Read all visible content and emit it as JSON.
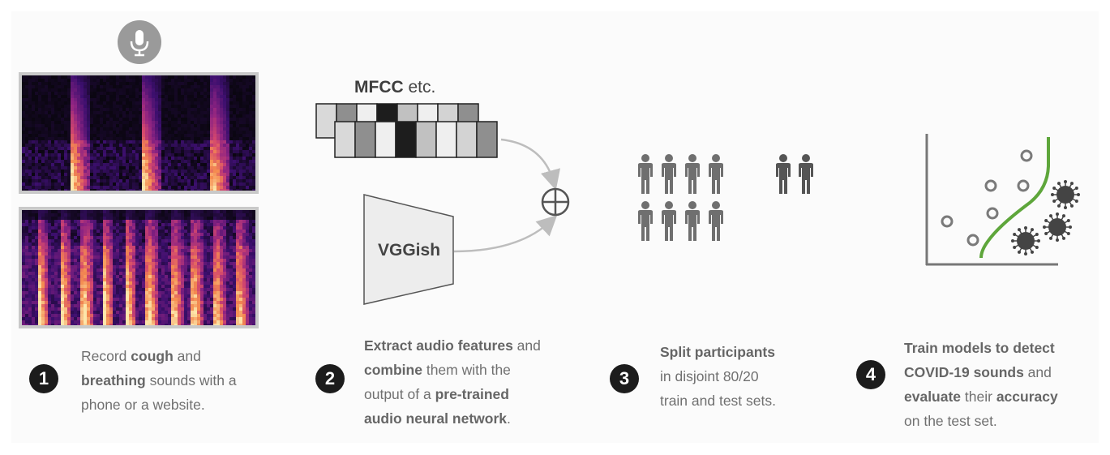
{
  "colors": {
    "mic_circle": "#9a9a9a",
    "step_badge": "#1c1c1c",
    "caption_text": "#707070",
    "person_train": "#6f6f6f",
    "person_test": "#555555",
    "decision_boundary": "#5ea63b",
    "virus": "#444444",
    "healthy_marker": "#7a7a7a"
  },
  "step1": {
    "icon": "microphone-icon",
    "spectrograms": [
      "cough-spectrogram",
      "breathing-spectrogram"
    ],
    "badge": "1",
    "caption": {
      "lines": [
        [
          {
            "t": "Record ",
            "b": false
          },
          {
            "t": "cough",
            "b": true
          },
          {
            "t": " and",
            "b": false
          }
        ],
        [
          {
            "t": "breathing",
            "b": true
          },
          {
            "t": " sounds with a",
            "b": false
          }
        ],
        [
          {
            "t": "phone or a website.",
            "b": false
          }
        ]
      ]
    }
  },
  "step2": {
    "mfcc_title_bold": "MFCC",
    "mfcc_title_rest": " etc.",
    "mfcc_row_back": [
      "#d9d9d9",
      "#8f8f8f",
      "#efefef",
      "#1d1d1d",
      "#c1c1c1",
      "#efefef",
      "#d3d3d3",
      "#8f8f8f"
    ],
    "mfcc_row_front": [
      "#d9d9d9",
      "#8f8f8f",
      "#efefef",
      "#1d1d1d",
      "#c1c1c1",
      "#efefef",
      "#d3d3d3",
      "#8f8f8f"
    ],
    "vggish_label": "VGGish",
    "combine_icon": "circled-plus-icon",
    "badge": "2",
    "caption": {
      "lines": [
        [
          {
            "t": "Extract audio features",
            "b": true
          },
          {
            "t": " and",
            "b": false
          }
        ],
        [
          {
            "t": "combine",
            "b": true
          },
          {
            "t": " them with the",
            "b": false
          }
        ],
        [
          {
            "t": "output of a ",
            "b": false
          },
          {
            "t": "pre-trained",
            "b": true
          }
        ],
        [
          {
            "t": "audio neural network",
            "b": true
          },
          {
            "t": ".",
            "b": false
          }
        ]
      ]
    }
  },
  "step3": {
    "train_count": 8,
    "test_count": 2,
    "badge": "3",
    "caption": {
      "lines": [
        [
          {
            "t": "Split participants",
            "b": true
          }
        ],
        [
          {
            "t": "in disjoint 80/20",
            "b": false
          }
        ],
        [
          {
            "t": "train and test sets.",
            "b": false
          }
        ]
      ]
    }
  },
  "step4": {
    "healthy_points": 6,
    "covid_points": 3,
    "badge": "4",
    "caption": {
      "lines": [
        [
          {
            "t": "Train models to detect",
            "b": true
          }
        ],
        [
          {
            "t": "COVID-19 sounds",
            "b": true
          },
          {
            "t": " and",
            "b": false
          }
        ],
        [
          {
            "t": "evaluate",
            "b": true
          },
          {
            "t": " their ",
            "b": false
          },
          {
            "t": "accuracy",
            "b": true
          }
        ],
        [
          {
            "t": "on the test set.",
            "b": false
          }
        ]
      ]
    }
  }
}
